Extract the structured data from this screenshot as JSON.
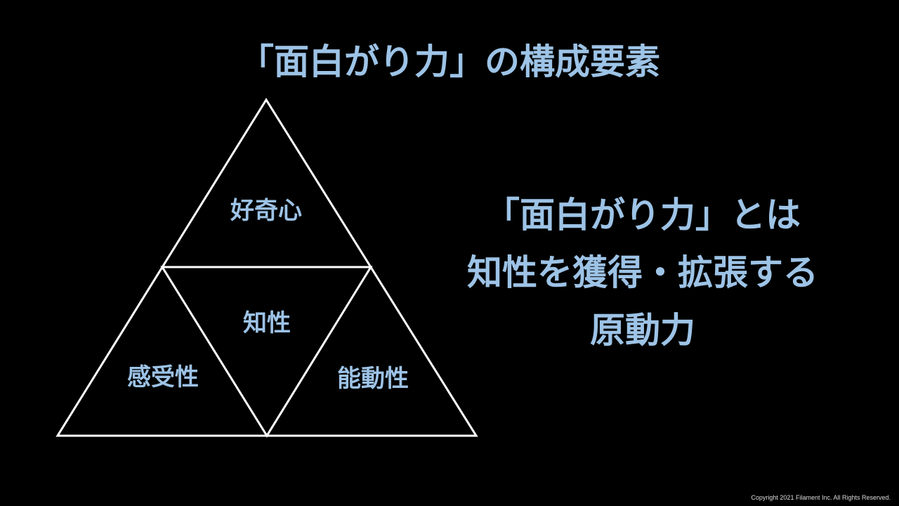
{
  "title": "「面白がり力」の構成要素",
  "pyramid": {
    "top": "好奇心",
    "center": "知性",
    "left": "感受性",
    "right": "能動性"
  },
  "definition": {
    "lines": [
      "「面白がり力」とは",
      "知性を獲得・拡張する",
      "原動力"
    ]
  },
  "copyright": "Copyright 2021 Filament Inc. All Rights Reserved.",
  "colors": {
    "accent": "#9DC3E6",
    "background": "#000000",
    "line": "#FFFFFF"
  }
}
